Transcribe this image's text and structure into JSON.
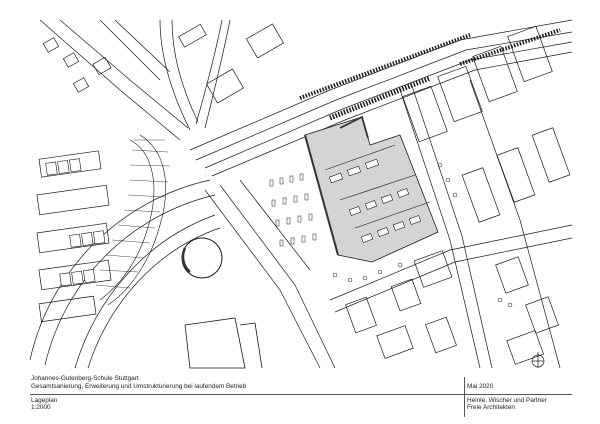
{
  "drawing": {
    "type": "site-plan",
    "highlight_color": "#d4d4d4",
    "line_color": "#1a1a1a",
    "shadow_color": "#333333",
    "north_arrow": "north-arrow-icon"
  },
  "title_block": {
    "project": "Johannes-Gutenberg-Schule Stuttgart",
    "description": "Gesamtsanierung, Erweiterung und Umstrukturierung bei laufendem Betrieb",
    "plan_type": "Lageplan",
    "scale": "1:2000",
    "date": "Mai 2020",
    "architect_line1": "Heinle, Wischer und Partner",
    "architect_line2": "Freie Architekten"
  }
}
